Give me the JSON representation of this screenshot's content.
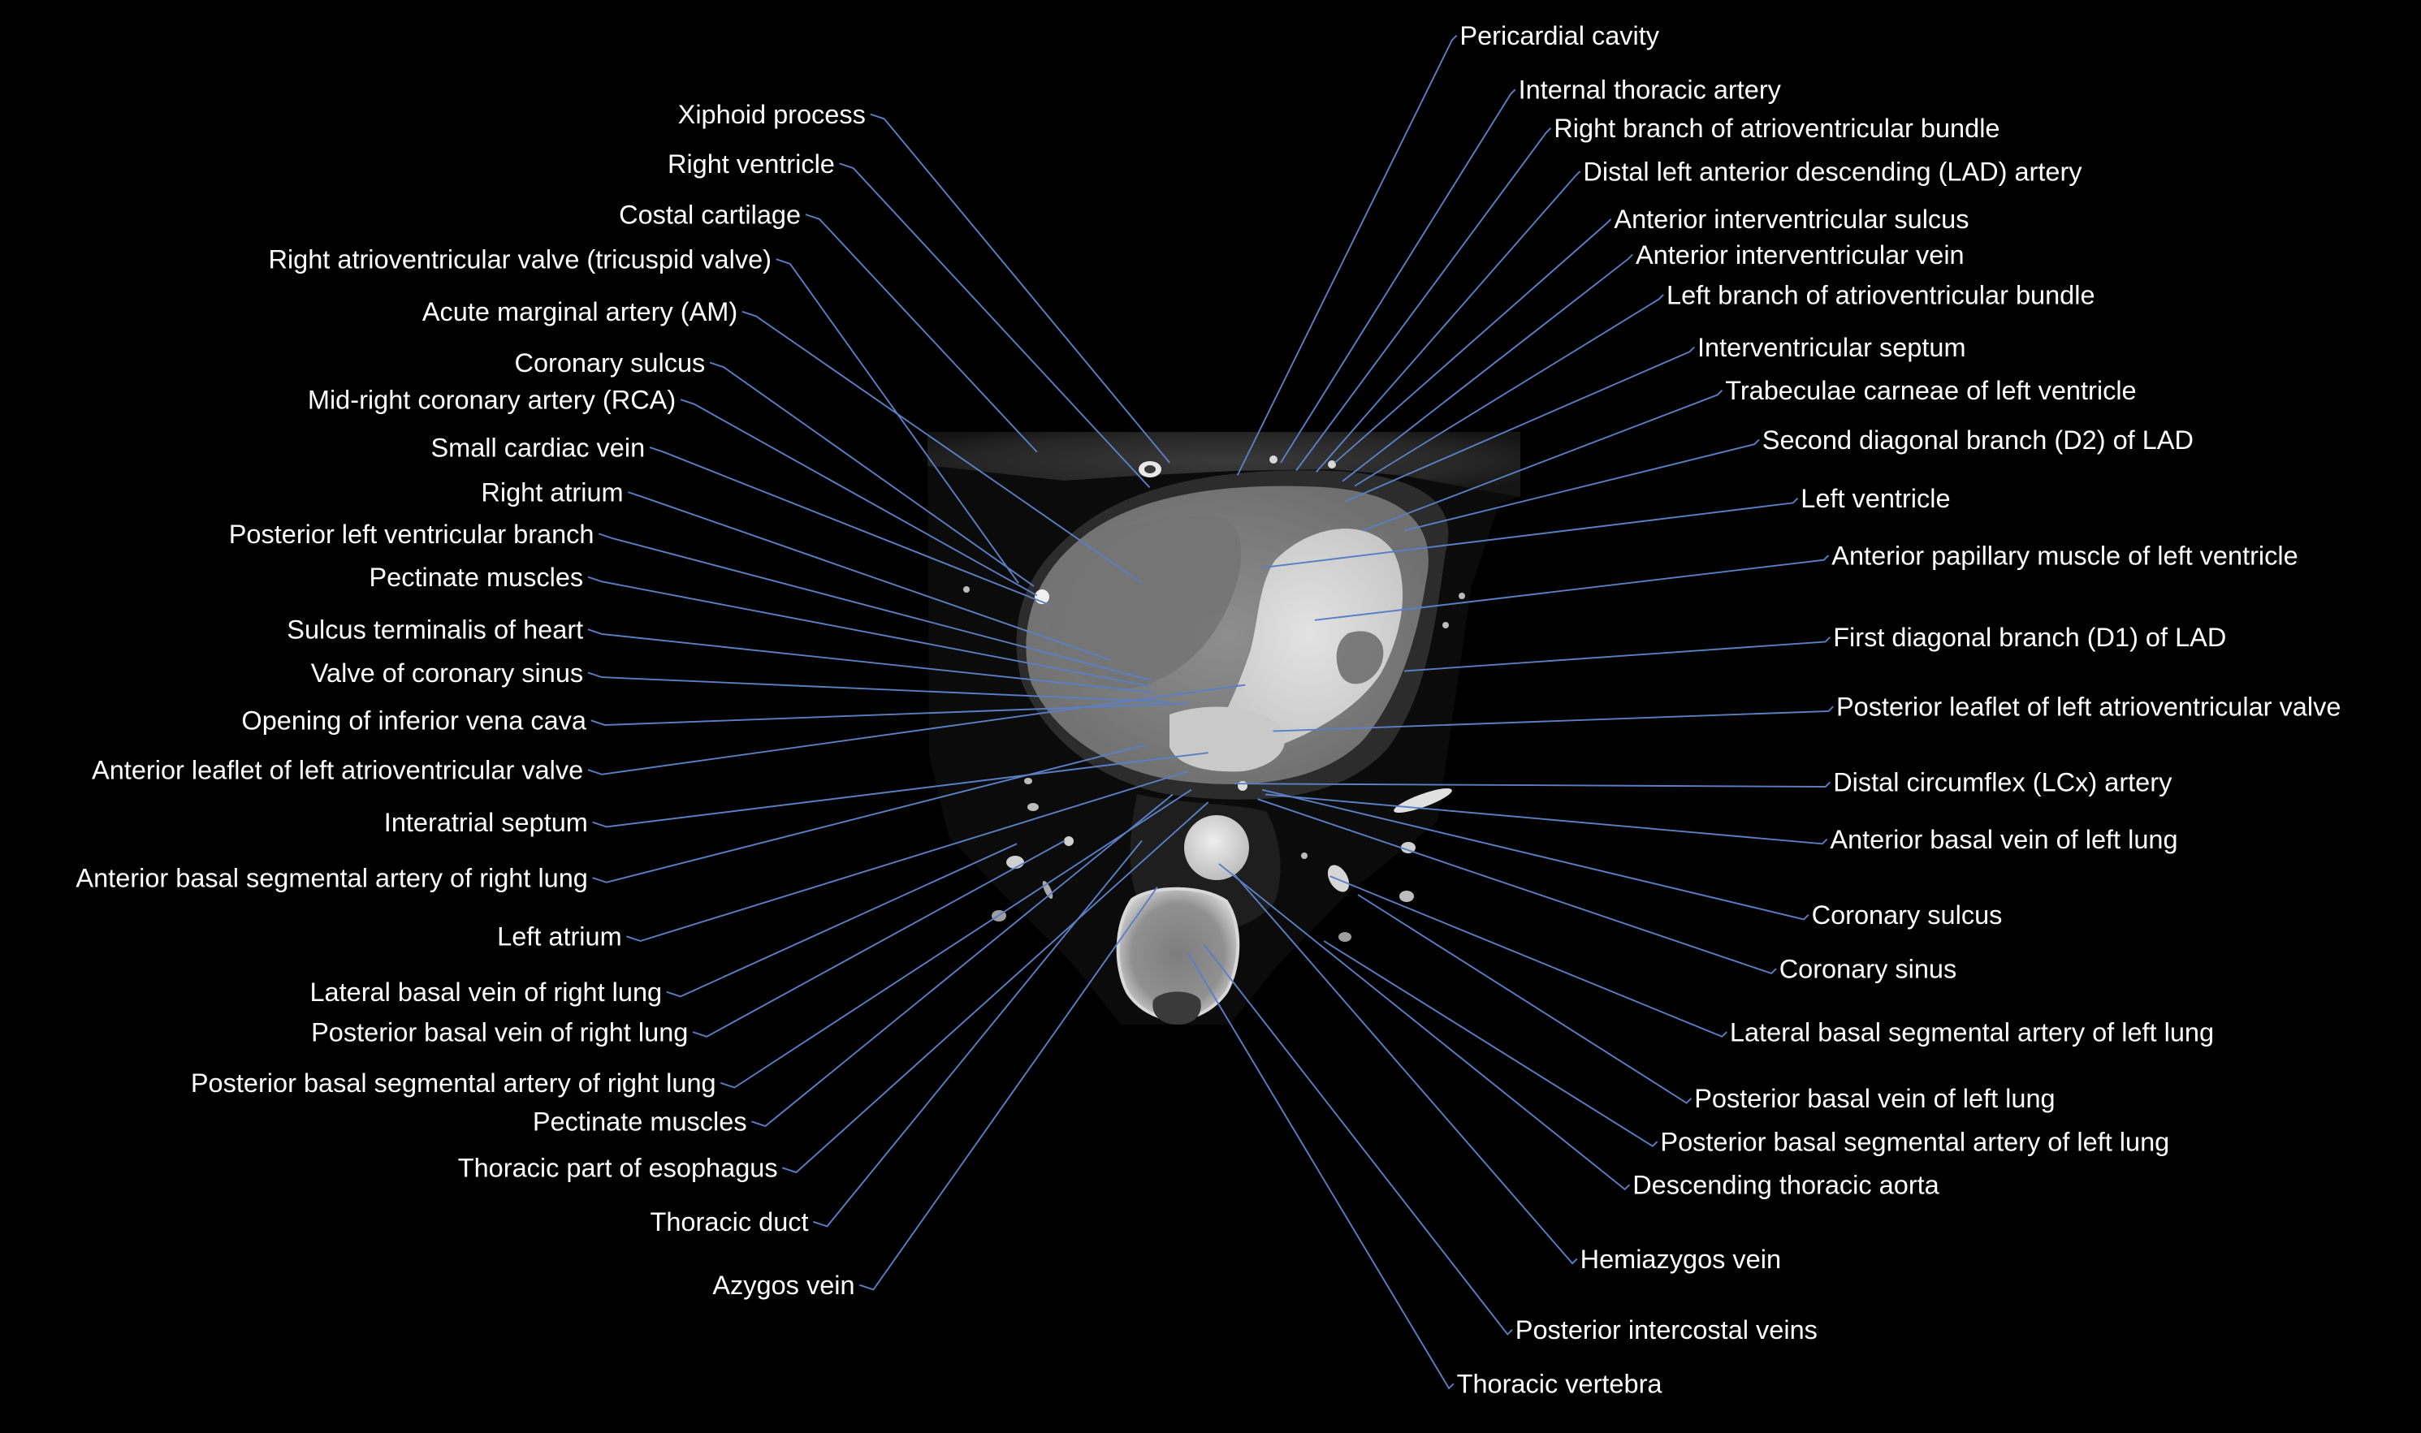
{
  "colors": {
    "background": "#000000",
    "text": "#ffffff",
    "leader_line": "#5a7fc4"
  },
  "image": {
    "name": "axial-ct-heart-slice"
  },
  "labels_left": [
    "Xiphoid process",
    "Right ventricle",
    "Costal cartilage",
    "Right atrioventricular valve (tricuspid valve)",
    "Acute marginal artery (AM)",
    "Coronary sulcus",
    "Mid-right coronary artery (RCA)",
    "Small cardiac vein",
    "Right atrium",
    "Posterior left ventricular branch",
    "Pectinate muscles",
    "Sulcus terminalis of heart",
    "Valve of coronary sinus",
    "Opening of inferior vena cava",
    "Anterior leaflet of left atrioventricular valve",
    "Interatrial septum",
    "Anterior basal segmental artery of right lung",
    "Left atrium",
    "Lateral basal vein of right lung",
    "Posterior basal vein of right lung",
    "Posterior basal segmental artery of right lung",
    "Pectinate muscles",
    "Thoracic part of esophagus",
    "Thoracic duct",
    "Azygos vein"
  ],
  "labels_right": [
    "Pericardial cavity",
    "Internal thoracic artery",
    "Right branch of atrioventricular bundle",
    "Distal left anterior descending (LAD) artery",
    "Anterior interventricular sulcus",
    "Anterior interventricular vein",
    "Left branch of atrioventricular bundle",
    "Interventricular septum",
    "Trabeculae carneae of left ventricle",
    "Second diagonal branch (D2) of LAD",
    "Left ventricle",
    "Anterior papillary muscle of left ventricle",
    "First diagonal branch (D1) of LAD",
    "Posterior leaflet of left atrioventricular valve",
    "Distal circumflex (LCx) artery",
    "Anterior basal vein of left lung",
    "Coronary sulcus",
    "Coronary sinus",
    "Lateral basal segmental artery of left lung",
    "Posterior basal vein of left lung",
    "Posterior basal segmental artery of left lung",
    "Descending thoracic aorta",
    "Hemiazygos vein",
    "Posterior intercostal veins",
    "Thoracic vertebra"
  ]
}
